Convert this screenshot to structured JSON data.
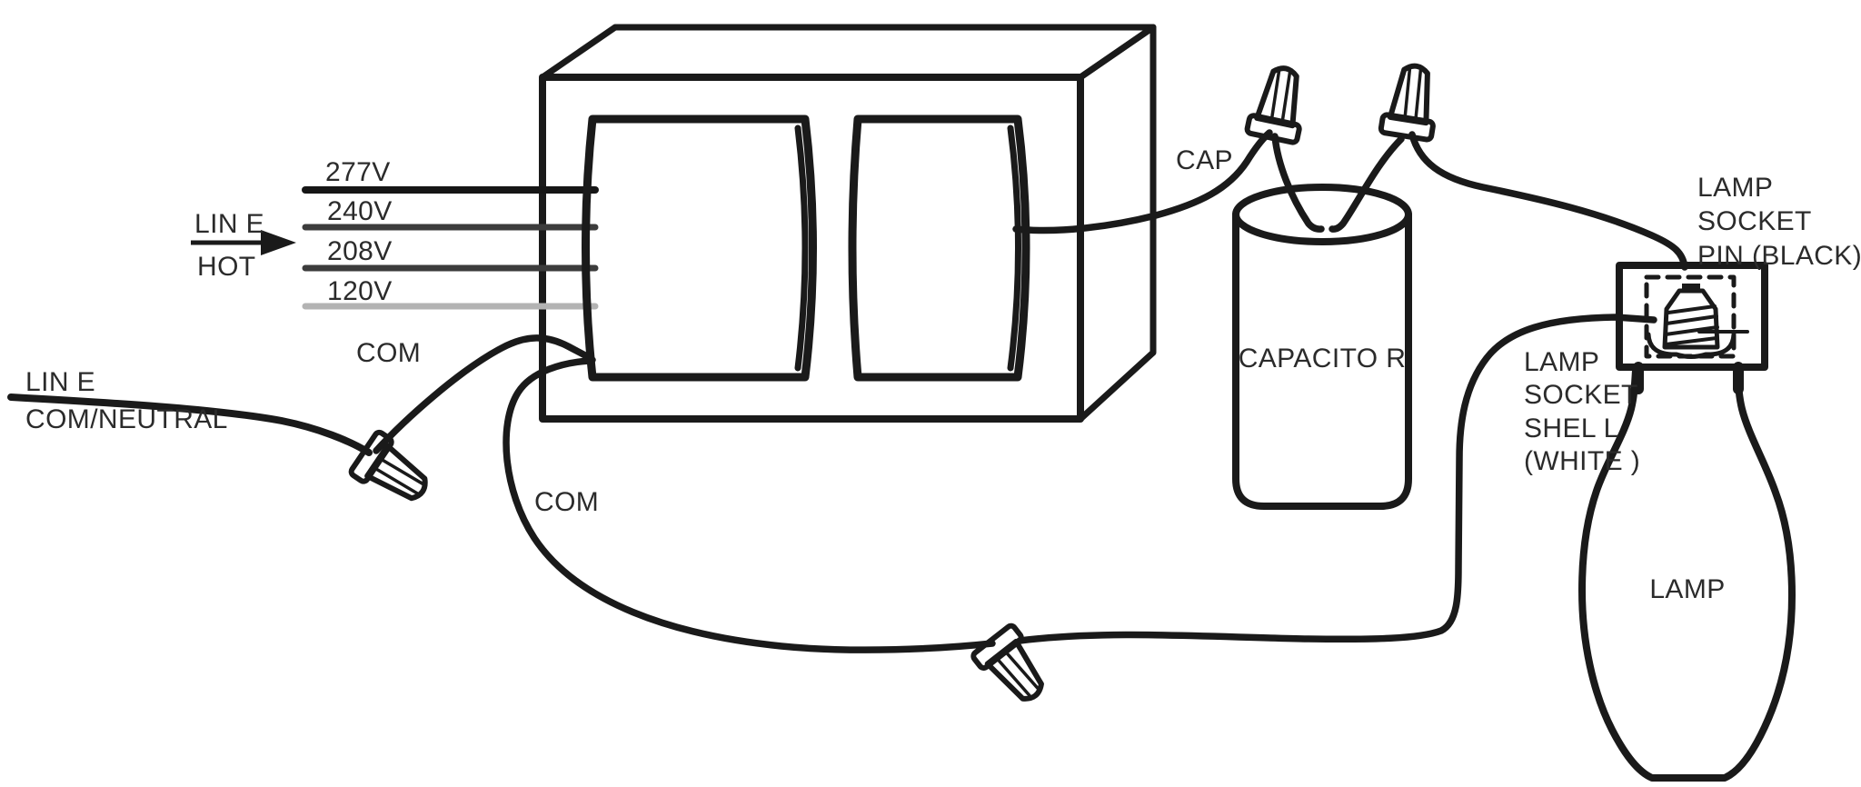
{
  "colors": {
    "ink": "#1a1a1a",
    "text": "#2b2b2b",
    "background": "#ffffff",
    "ballast_front": "#cdcdcd",
    "ballast_top": "#d6d6d6",
    "ballast_side": "#c9c9c9",
    "coil_face": "#ececec",
    "component_fill": "#ffffff"
  },
  "line_hot": {
    "line1": "LIN E",
    "line2": "HOT"
  },
  "line_neutral": {
    "line1": "LIN E",
    "line2": "COM/NEUTRAL"
  },
  "voltage_taps": [
    {
      "label": "277V",
      "wire_color": "#161616"
    },
    {
      "label": "240V",
      "wire_color": "#3c3c3c"
    },
    {
      "label": "208V",
      "wire_color": "#3c3c3c"
    },
    {
      "label": "120V",
      "wire_color": "#b3b3b3"
    }
  ],
  "com_upper": "COM",
  "com_lower": "COM",
  "cap": "CAP",
  "capacitor": "CAPACITO R",
  "lamp_socket_pin": {
    "line1": "LAMP",
    "line2": "SOCKET",
    "line3": "PIN (BLACK)"
  },
  "lamp_socket_shell": {
    "line1": "LAMP",
    "line2": "SOCKET",
    "line3": "SHEL L",
    "line4": "(WHITE )"
  },
  "lamp": "LAMP"
}
